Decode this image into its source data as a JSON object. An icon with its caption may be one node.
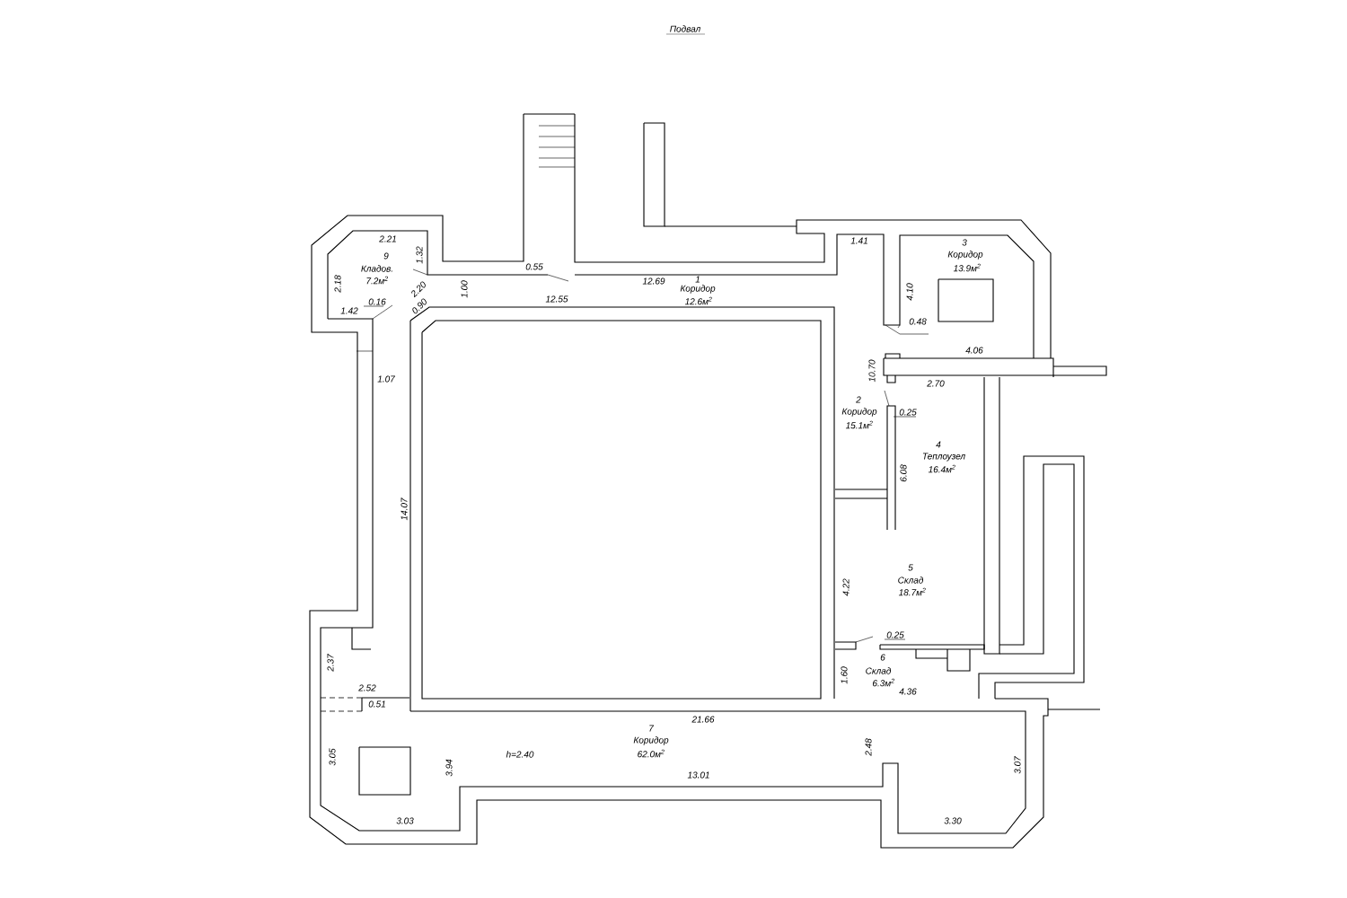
{
  "diagram": {
    "title": "Подвал",
    "labels": [
      "2.21",
      "9",
      "1.32",
      "Кладов.",
      "7.2м$^{2}$",
      "2.18",
      "0.55",
      "2.20",
      "1.00",
      "0.16",
      "0.90",
      "1.42",
      "12.55",
      "12.69",
      "1",
      "Коридор",
      "12.6м$^{2}$",
      "1.41",
      "3",
      "Коридор",
      "13.9м$^{2}$",
      "4.10",
      "0.48",
      "4.06",
      "10.70",
      "2.70",
      "1.07",
      "2",
      "Коридор",
      "0.25",
      "15.1м$^{2}$",
      "4",
      "Теплоузел",
      "16.4м$^{2}$",
      "6.08",
      "14.07",
      "5",
      "Склад",
      "18.7м$^{2}$",
      "4.22",
      "0.25",
      "2.37",
      "6",
      "Склад",
      "1.60",
      "6.3м$^{2}$",
      "2.52",
      "4.36",
      "0.51",
      "21.66",
      "7",
      "Коридор",
      "h=2.40",
      "62.0м$^{2}$",
      "3.05",
      "3.94",
      "2.48",
      "3.07",
      "13.01",
      "3.03",
      "3.30"
    ]
  }
}
